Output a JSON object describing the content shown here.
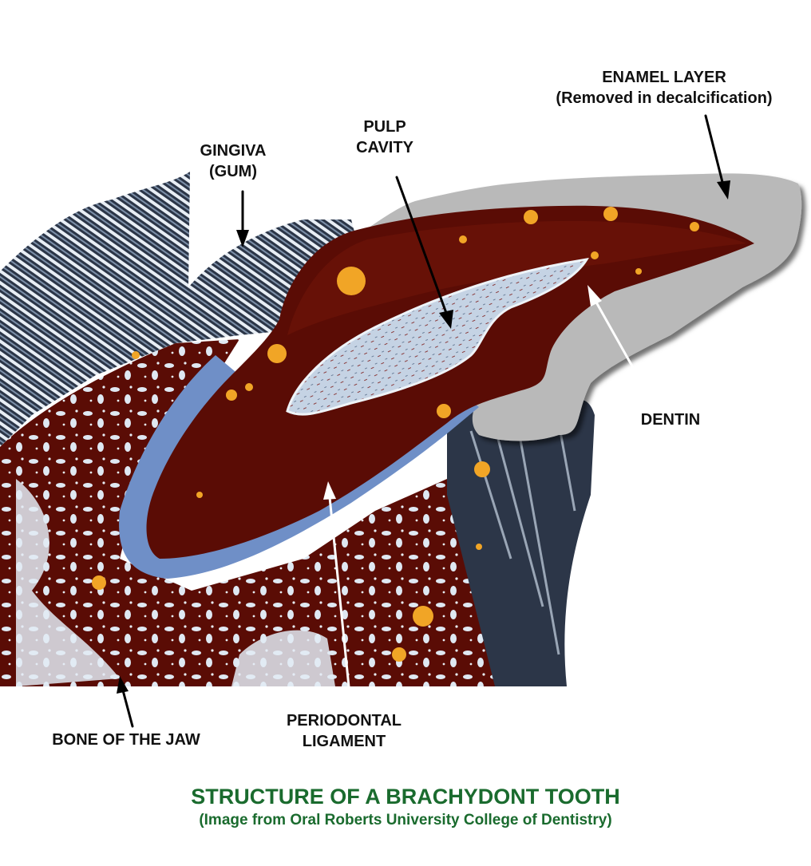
{
  "labels": {
    "enamel_line1": "ENAMEL LAYER",
    "enamel_line2": "(Removed in decalcification)",
    "pulp_line1": "PULP",
    "pulp_line2": "CAVITY",
    "gingiva_line1": "GINGIVA",
    "gingiva_line2": "(GUM)",
    "dentin": "DENTIN",
    "periodontal_line1": "PERIODONTAL",
    "periodontal_line2": "LIGAMENT",
    "bone": "BONE OF THE JAW"
  },
  "caption": {
    "title": "STRUCTURE OF A BRACHYDONT TOOTH",
    "credit": "(Image from Oral Roberts University College of Dentistry)"
  },
  "colors": {
    "dentin": "#5a0c05",
    "enamel_removed": "#b9b9b9",
    "ligament": "#6f8fc7",
    "pulp": "#c9d6e6",
    "bone_light": "#d8e4ef",
    "tissue_dark": "#1f2a3a",
    "stain_orange": "#f1a526",
    "caption_green": "#1a6b2e"
  }
}
